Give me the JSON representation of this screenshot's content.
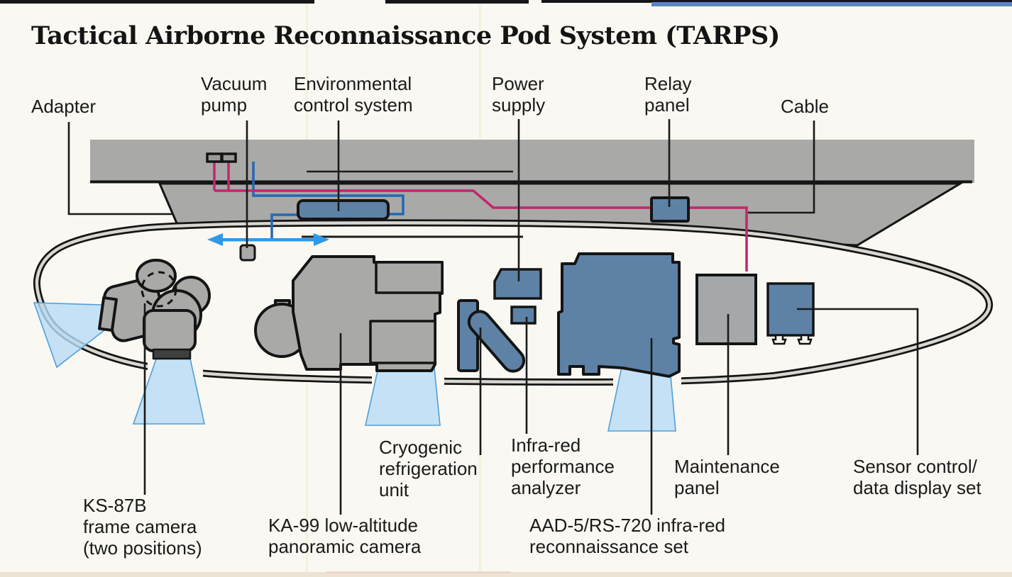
{
  "page": {
    "title": "Tactical Airborne Reconnaissance Pod System (TARPS)"
  },
  "labels": {
    "adapter": "Adapter",
    "vacuum_pump": "Vacuum\npump",
    "environmental_control": "Environmental\ncontrol system",
    "power_supply": "Power\nsupply",
    "relay_panel": "Relay\npanel",
    "cable": "Cable",
    "ks87b": "KS-87B\nframe camera\n(two positions)",
    "ka99": "KA-99 low-altitude\npanoramic camera",
    "cryogenic": "Cryogenic\nrefrigeration\nunit",
    "ir_analyzer": "Infra-red\nperformance\nanalyzer",
    "aad5": "AAD-5/RS-720 infra-red\nreconnaissance set",
    "maintenance": "Maintenance\npanel",
    "sensor_control": "Sensor control/\ndata display set"
  },
  "colors": {
    "metal_gray": "#a9a9a7",
    "component_blue": "#5d82a6",
    "cable_magenta": "#c6246e",
    "pipe_blue": "#2368b5",
    "beam_blue": "#b9dcf5",
    "arrow_blue": "#2f99e8",
    "outline_black": "#141414"
  }
}
